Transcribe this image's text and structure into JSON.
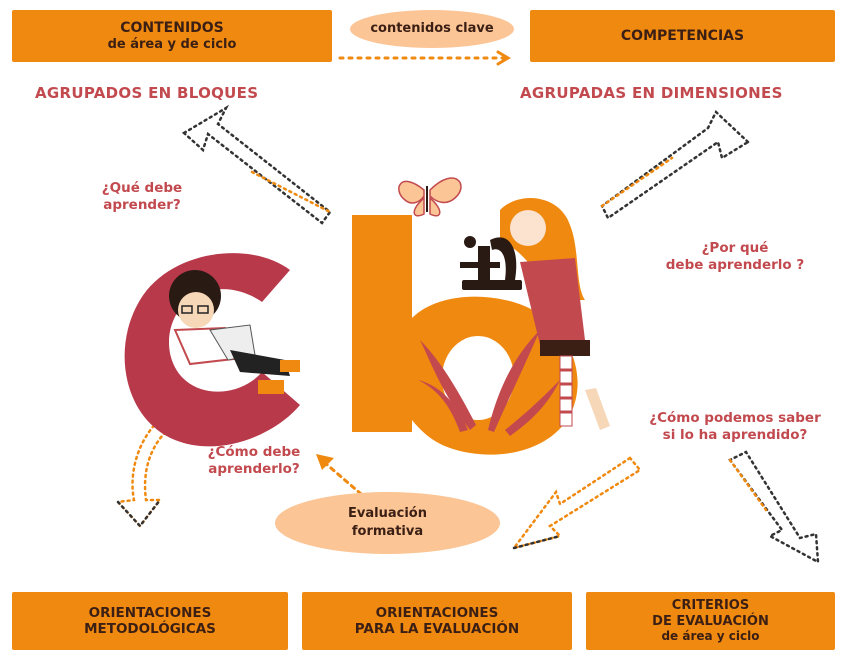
{
  "top": {
    "left_box": {
      "line1": "CONTENIDOS",
      "line2": "de área y de ciclo"
    },
    "center_pill": "contenidos clave",
    "right_box": "COMPETENCIAS"
  },
  "headings": {
    "left": "AGRUPADOS EN BLOQUES",
    "right": "AGRUPADAS EN DIMENSIONES"
  },
  "questions": {
    "what": {
      "line1": "¿Qué debe",
      "line2": "aprender?"
    },
    "why": {
      "line1": "¿Por qué",
      "line2": "debe aprenderlo ?"
    },
    "how": {
      "line1": "¿Cómo debe",
      "line2": "aprenderlo?"
    },
    "assess": {
      "line1": "¿Cómo podemos saber",
      "line2": "si lo ha aprendido?"
    }
  },
  "center_pill": {
    "line1": "Evaluación",
    "line2": "formativa"
  },
  "bottom": {
    "left_box": {
      "line1": "ORIENTACIONES",
      "line2": "METODOLÓGICAS"
    },
    "center_box": {
      "line1": "ORIENTACIONES",
      "line2": "PARA LA EVALUACIÓN"
    },
    "right_box": {
      "line1": "CRITERIOS",
      "line2": "DE EVALUACIÓN",
      "line3": "de área y ciclo"
    }
  },
  "colors": {
    "orange": "#f0890f",
    "peach": "#fbc596",
    "crimson": "#c24a4f",
    "dark": "#3b1f14"
  },
  "illustration": {
    "letters": [
      "c",
      "b"
    ],
    "icons": [
      "butterfly-icon",
      "microscope-icon",
      "plant-icon"
    ]
  }
}
